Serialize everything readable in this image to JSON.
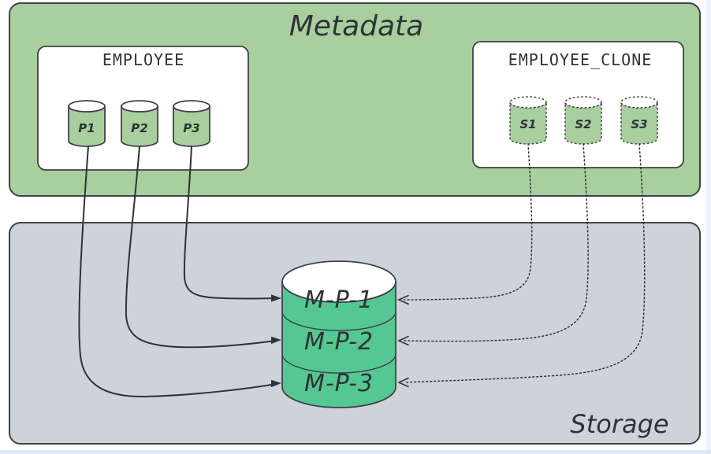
{
  "metadata_section": {
    "title": "Metadata",
    "employee_table": {
      "title": "EMPLOYEE",
      "partitions": [
        {
          "label": "P1"
        },
        {
          "label": "P2"
        },
        {
          "label": "P3"
        }
      ]
    },
    "employee_clone_table": {
      "title": "EMPLOYEE_CLONE",
      "partitions": [
        {
          "label": "S1"
        },
        {
          "label": "S2"
        },
        {
          "label": "S3"
        }
      ]
    }
  },
  "storage_section": {
    "title": "Storage",
    "storage_cylinder": {
      "segments": [
        {
          "label": "M-P-1"
        },
        {
          "label": "M-P-2"
        },
        {
          "label": "M-P-3"
        }
      ]
    }
  },
  "connections": {
    "solid_arrows": [
      {
        "from": "P1",
        "to": "M-P-3",
        "style": "solid"
      },
      {
        "from": "P2",
        "to": "M-P-2",
        "style": "solid"
      },
      {
        "from": "P3",
        "to": "M-P-1",
        "style": "solid"
      }
    ],
    "dotted_arrows": [
      {
        "from": "S1",
        "to": "M-P-1",
        "style": "dotted"
      },
      {
        "from": "S2",
        "to": "M-P-2",
        "style": "dotted"
      },
      {
        "from": "S3",
        "to": "M-P-3",
        "style": "dotted"
      }
    ]
  },
  "colors": {
    "metadata_bg": "#a8cf9d",
    "storage_bg": "#ced3da",
    "table_bg": "#ffffff",
    "partition_cylinder_fill": "#a8cf9d",
    "storage_cylinder_fill": "#55c793",
    "cylinder_top_fill": "#ffffff",
    "stroke": "#3d4349",
    "text": "#2e3338"
  }
}
